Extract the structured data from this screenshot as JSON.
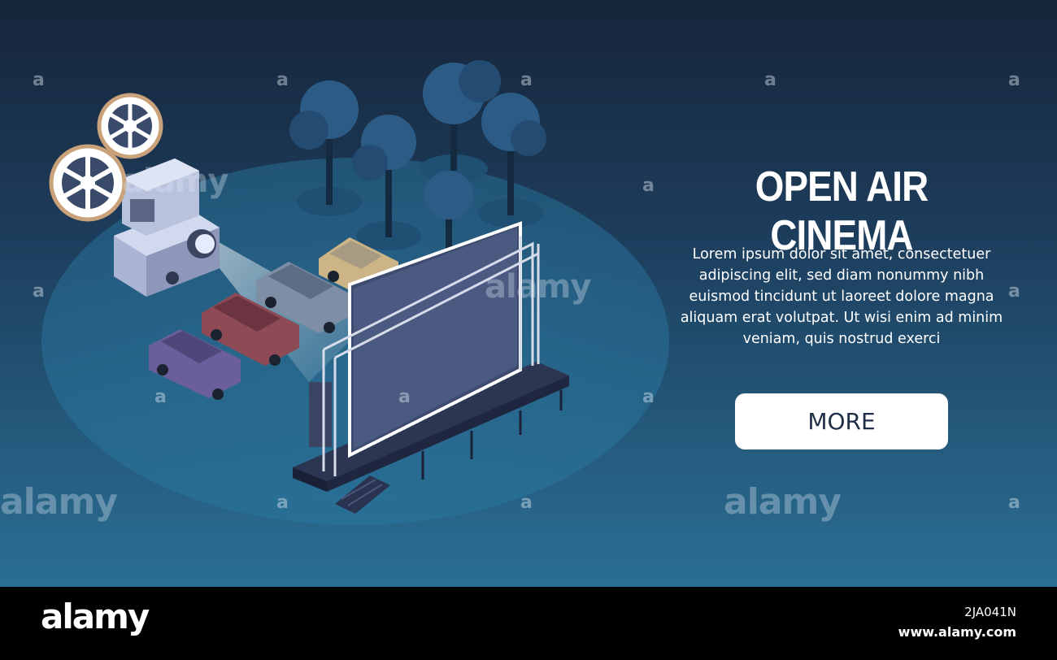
{
  "banner": {
    "title": "OPEN AIR CINEMA",
    "description": "Lorem ipsum dolor sit amet, consectetuer adipiscing elit, sed diam nonummy nibh euismod tincidunt ut laoreet dolore magna aliquam erat volutpat. Ut wisi enim ad minim veniam, quis nostrud exerci",
    "button_label": "MORE"
  },
  "watermark": {
    "brand": "alamy",
    "mark": "a"
  },
  "footer": {
    "logo": "alamy",
    "image_id": "2JA041N",
    "url": "www.alamy.com"
  },
  "colors": {
    "background_top": "#16253a",
    "background_bottom": "#2a6f94",
    "button_bg": "#ffffff",
    "button_text": "#1d2e45"
  },
  "icons": [
    "film-projector-icon",
    "car-icon",
    "tree-icon",
    "screen-stage-icon"
  ]
}
